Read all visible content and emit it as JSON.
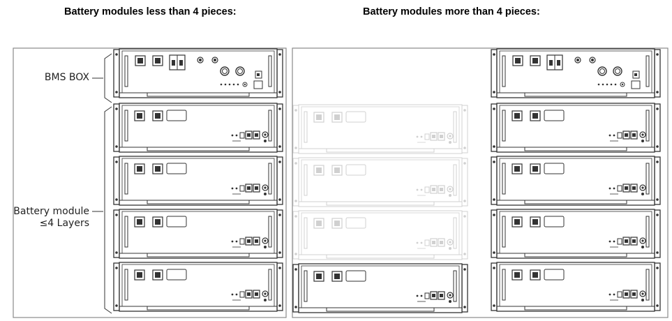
{
  "headings": {
    "left": "Battery modules less than 4 pieces:",
    "right": "Battery modules more than 4 pieces:"
  },
  "labels": {
    "bms_box": "BMS BOX",
    "battery_module_line1": "Battery module",
    "battery_module_line2": "≤4 Layers"
  },
  "stacks": {
    "left": {
      "bms_units": 1,
      "battery_units": 4,
      "faded_units": 0
    },
    "middle": {
      "bms_units": 0,
      "battery_units": 1,
      "faded_units": 3
    },
    "right": {
      "bms_units": 1,
      "battery_units": 4,
      "faded_units": 0
    }
  },
  "colors": {
    "line": "#333333",
    "faded": "#d0d0d0",
    "panel_border": "#8a8a8a"
  }
}
